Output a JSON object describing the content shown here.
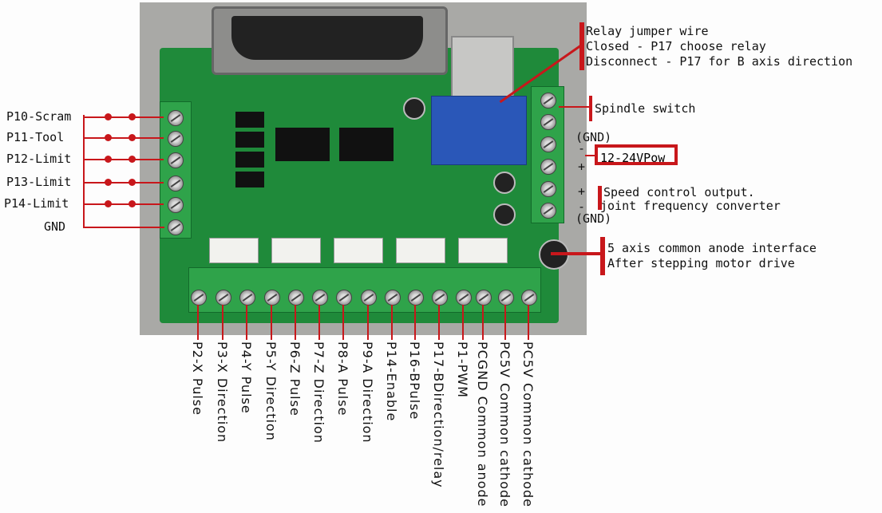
{
  "left_labels": [
    "P10-Scram",
    "P11-Tool",
    "P12-Limit",
    "P13-Limit",
    "P14-Limit",
    "GND"
  ],
  "right_labels": {
    "relay_jumper": [
      "Relay jumper wire",
      "Closed - P17 choose relay",
      "Disconnect - P17 for B axis direction"
    ],
    "spindle": "Spindle switch",
    "gnd_top": "(GND)",
    "minus": "-",
    "plus": "+",
    "power": "12-24VPow",
    "speed": [
      "Speed control output.",
      "joint frequency converter"
    ],
    "gnd_bottom": "(GND)",
    "anode": [
      "5 axis common anode interface",
      "After stepping motor drive"
    ]
  },
  "bottom_labels": [
    "P2-X Pulse",
    "P3-X Direction",
    "P4-Y Pulse",
    "P5-Y Direction",
    "P6-Z Pulse",
    "P7-Z Direction",
    "P8-A Pulse",
    "P9-A Direction",
    "P14-Enable",
    "P16-BPulse",
    "P17-BDirection/relay",
    "P1-PWM",
    "PCGND Common anode",
    "PC5V Common cathode",
    "PC5V Common cathode"
  ],
  "colors": {
    "annotation": "#c8171b",
    "board": "#1f8a3a"
  }
}
